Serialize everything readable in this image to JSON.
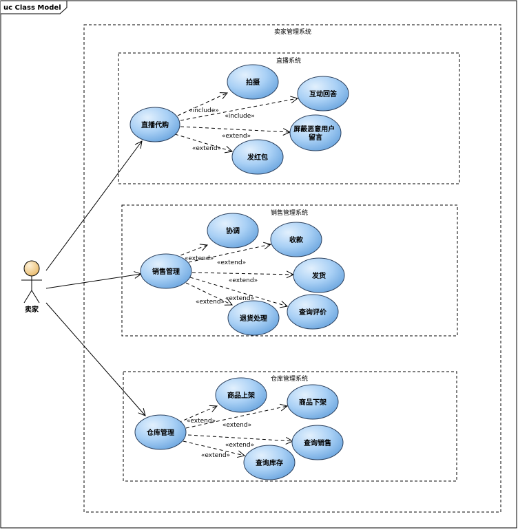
{
  "frame": {
    "title": "uc Class Model"
  },
  "system": {
    "title": "卖家管理系统"
  },
  "actor": {
    "name": "卖家"
  },
  "colors": {
    "usecase_fill": "#9fc9f2",
    "usecase_fill_light": "#d6eafc",
    "usecase_stroke": "#2a3f5c",
    "actor_fill": "#f4d49a",
    "line": "#000000"
  },
  "subsystems": [
    {
      "title": "直播系统",
      "main": "直播代购",
      "cases": [
        "拍摄",
        "互动回答",
        "屏蔽恶意用户 留言",
        "发红包"
      ],
      "relations": [
        "«include»",
        "«include»",
        "«extend»",
        "«extend»"
      ]
    },
    {
      "title": "销售管理系统",
      "main": "销售管理",
      "cases": [
        "协调",
        "收款",
        "发货",
        "查询评价",
        "退货处理"
      ],
      "relations": [
        "«extend»",
        "«extend»",
        "«extend»",
        "«extend»",
        "«extend»"
      ]
    },
    {
      "title": "仓库管理系统",
      "main": "仓库管理",
      "cases": [
        "商品上架",
        "商品下架",
        "查询销售",
        "查询库存"
      ],
      "relations": [
        "«extend»",
        "«extend»",
        "«extend»",
        "«extend»"
      ]
    }
  ]
}
